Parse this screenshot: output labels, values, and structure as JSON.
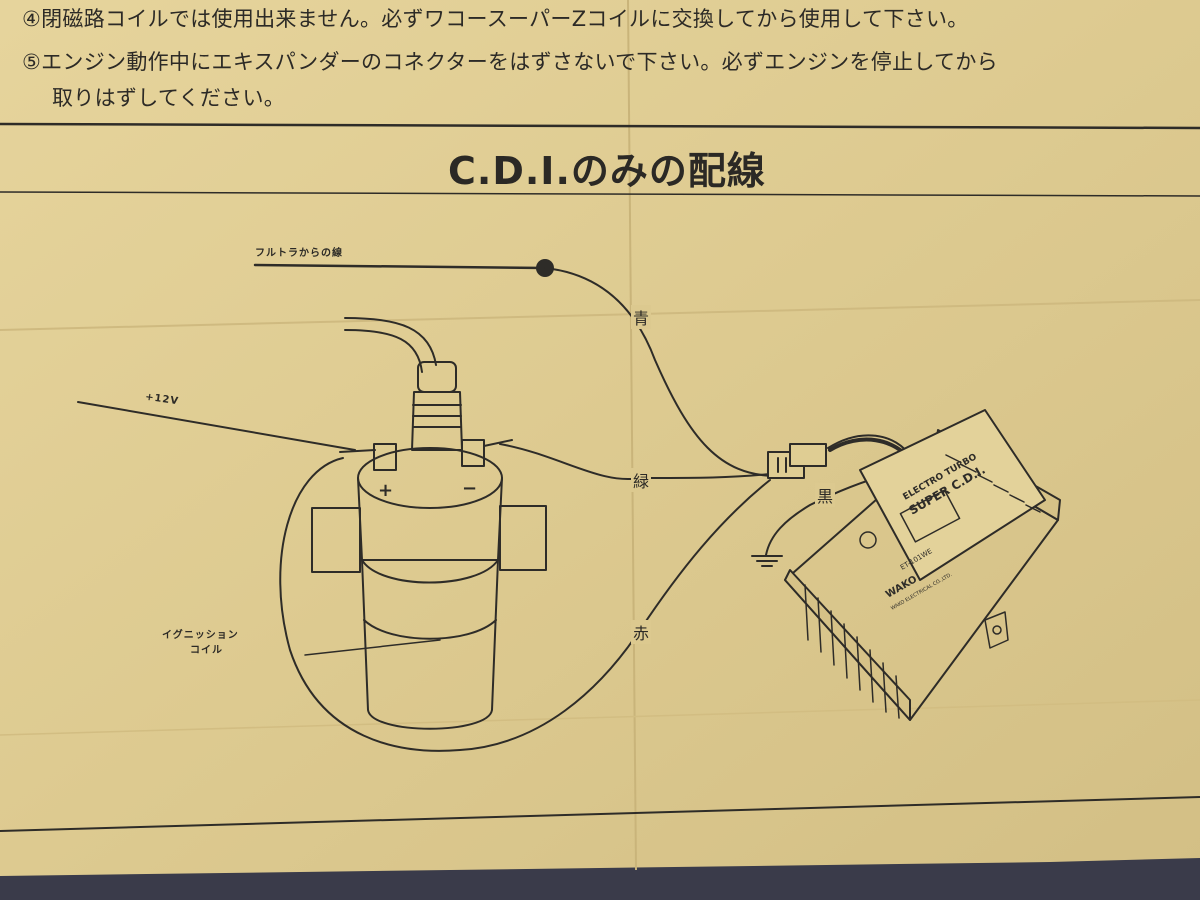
{
  "notes": [
    {
      "text": "④閉磁路コイルでは使用出来ません。必ずワコースーパーZコイルに交換してから使用して下さい。"
    },
    {
      "text": "⑤エンジン動作中にエキスパンダーのコネクターをはずさないで下さい。必ずエンジンを停止してから"
    },
    {
      "text": "取りはずしてください。"
    }
  ],
  "diagram": {
    "title": "C.D.I.のみの配線",
    "labels": {
      "neutral_wire": "フルトラからの線",
      "plus12v": "+12V",
      "coil_label_1": "イグニッション",
      "coil_label_2": "コイル",
      "terminal_plus": "+",
      "terminal_minus": "−"
    },
    "wires": {
      "blue": "青",
      "green": "緑",
      "black": "黒",
      "red": "赤"
    },
    "cdi_unit": {
      "brand_line": "ELECTRO TURBO",
      "model": "SUPER C.D.I.",
      "part": "ET-101WE",
      "maker": "WAKO",
      "maker_sub": "WAKO ELECTRICAL CO.,LTD."
    }
  },
  "colors": {
    "paper": "#dfcd93",
    "ink": "#2e2c28",
    "background": "#3a3b4a"
  }
}
